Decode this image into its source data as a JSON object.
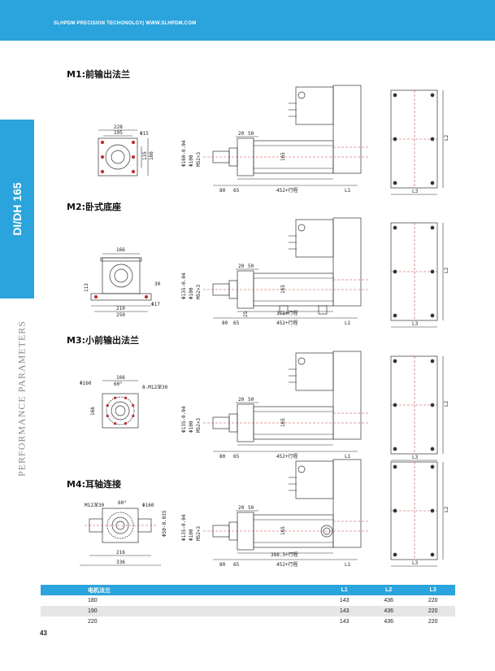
{
  "header": {
    "text": "SLHPDM PRECISION TECHONOLGY|   WWW.SLHPDM.COM"
  },
  "sidebar": {
    "model": "DI/DH 165",
    "category": "PERFORMANCE  PARAMETERS"
  },
  "sections": [
    {
      "title": "M1:前输出法兰",
      "front_labels": [
        "228",
        "195",
        "Φ15",
        "135",
        "166"
      ],
      "side_labels": [
        "20",
        "50",
        "Φ160-0.04",
        "Φ100",
        "M52×3",
        "165",
        "80",
        "65",
        "452+行程",
        "L1"
      ],
      "end_labels": [
        "L2",
        "L3"
      ]
    },
    {
      "title": "M2:卧式底座",
      "front_labels": [
        "166",
        "113",
        "30",
        "210",
        "Φ17",
        "250"
      ],
      "side_labels": [
        "20",
        "50",
        "Φ135-0.04",
        "Φ100",
        "M52×3",
        "165",
        "25",
        "375+行程",
        "80",
        "65",
        "452+行程",
        "L1"
      ],
      "end_labels": [
        "L2",
        "L3"
      ]
    },
    {
      "title": "M3:小前输出法兰",
      "front_labels": [
        "166",
        "Φ160",
        "60°",
        "8-M12深30",
        "166"
      ],
      "side_labels": [
        "20",
        "50",
        "Φ135-0.04",
        "Φ100",
        "M52×3",
        "165",
        "80",
        "65",
        "452+行程",
        "L1"
      ],
      "end_labels": [
        "L2",
        "L3"
      ]
    },
    {
      "title": "M4:耳轴连接",
      "front_labels": [
        "M12深30",
        "60°",
        "Φ160",
        "Φ50-0.035",
        "216",
        "336"
      ],
      "side_labels": [
        "20",
        "50",
        "Φ135-0.04",
        "Φ100",
        "M52×3",
        "165",
        "388.5+行程",
        "80",
        "65",
        "452+行程",
        "L1"
      ],
      "end_labels": [
        "L2",
        "L3"
      ]
    }
  ],
  "table": {
    "headers": [
      "电机法兰",
      "L1",
      "L2",
      "L3"
    ],
    "rows": [
      [
        "180",
        "143",
        "436",
        "220"
      ],
      [
        "190",
        "143",
        "436",
        "220"
      ],
      [
        "220",
        "143",
        "436",
        "220"
      ]
    ]
  },
  "page_number": "43",
  "colors": {
    "accent": "#2ba3dc",
    "line": "#333333",
    "red_dash": "#d04040",
    "hole": "#c23030"
  }
}
